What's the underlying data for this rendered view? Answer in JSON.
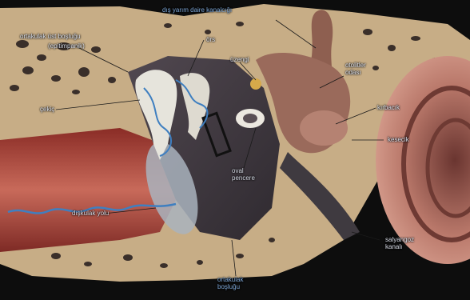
{
  "labels": {
    "dis_yarim_daire": "dış yarım daire kanalcığı",
    "ortakulak_ust_boslugu": "ortakulak üst boşluğu",
    "timpanik": "(epitimpanik)",
    "ors": "örs",
    "uzengi": "üzengi",
    "otoliterli_oda": "otolitler\nodası",
    "kirbacik": "kırbacık",
    "cekic": "çekiç",
    "kesecik": "kesecik",
    "oval_pencere": "oval\npencere",
    "diskulak_yolu": "dışkulak yolu",
    "salyangoz_kanali": "salyangoz\nkanalı",
    "ortakulak_boslugu": "ortakulak\nboşluğu"
  },
  "colors": {
    "bone": "#c9b08a",
    "flesh": "#b5574a",
    "cochlea": "#c58577",
    "nerve_blue": "#3f7fc0",
    "background": "#0d0d0d"
  }
}
